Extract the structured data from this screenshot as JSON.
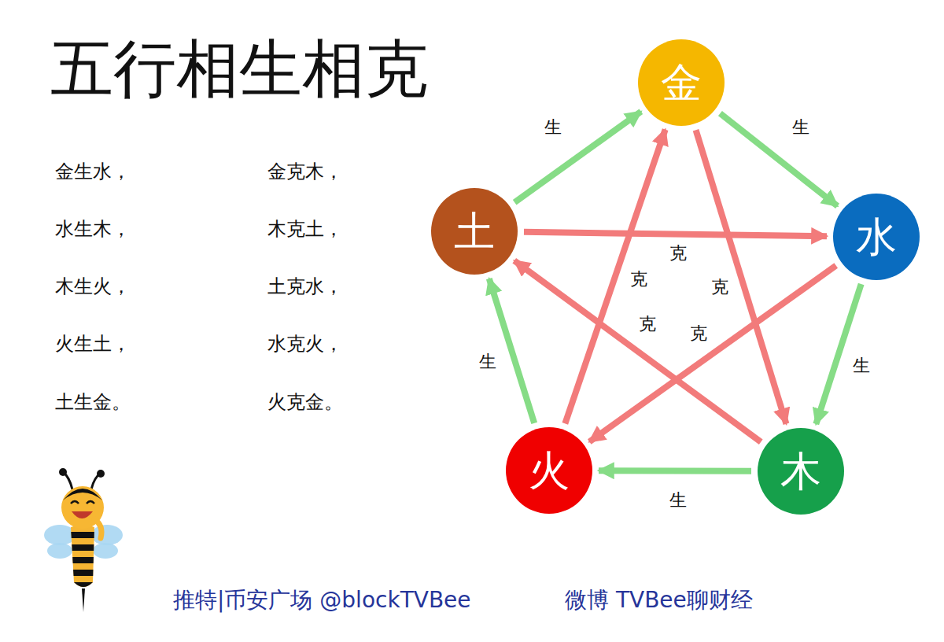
{
  "diagram": {
    "title": "五行相生相克",
    "nodes": [
      {
        "text": [
          "金"
        ]
      },
      {
        "text": [
          "土"
        ]
      },
      {
        "text": [
          "水"
        ]
      },
      {
        "text": [
          "火"
        ]
      },
      {
        "text": [
          "木"
        ]
      }
    ],
    "edges": [
      {
        "from": 0,
        "to": 2,
        "label": "生",
        "arrow": "to"
      },
      {
        "from": 2,
        "to": 4,
        "label": "生",
        "arrow": "to"
      },
      {
        "from": 4,
        "to": 3,
        "label": "生",
        "arrow": "to"
      },
      {
        "from": 3,
        "to": 1,
        "label": "生",
        "arrow": "to"
      },
      {
        "from": 1,
        "to": 0,
        "label": "生",
        "arrow": "to"
      },
      {
        "from": 0,
        "to": 4,
        "label": "克",
        "arrow": "to"
      },
      {
        "from": 4,
        "to": 1,
        "label": "克",
        "arrow": "to"
      },
      {
        "from": 1,
        "to": 2,
        "label": "克",
        "arrow": "to"
      },
      {
        "from": 2,
        "to": 3,
        "label": "克",
        "arrow": "to"
      },
      {
        "from": 3,
        "to": 0,
        "label": "克",
        "arrow": "to"
      }
    ],
    "labels": [
      "金生水，",
      "水生木，",
      "木生火，",
      "火生土，",
      "土生金。",
      "金克木，",
      "木克土，",
      "土克水，",
      "水克火，",
      "火克金。",
      "推特|币安广场 @blockTVBee",
      "微博 TVBee聊财经"
    ]
  }
}
